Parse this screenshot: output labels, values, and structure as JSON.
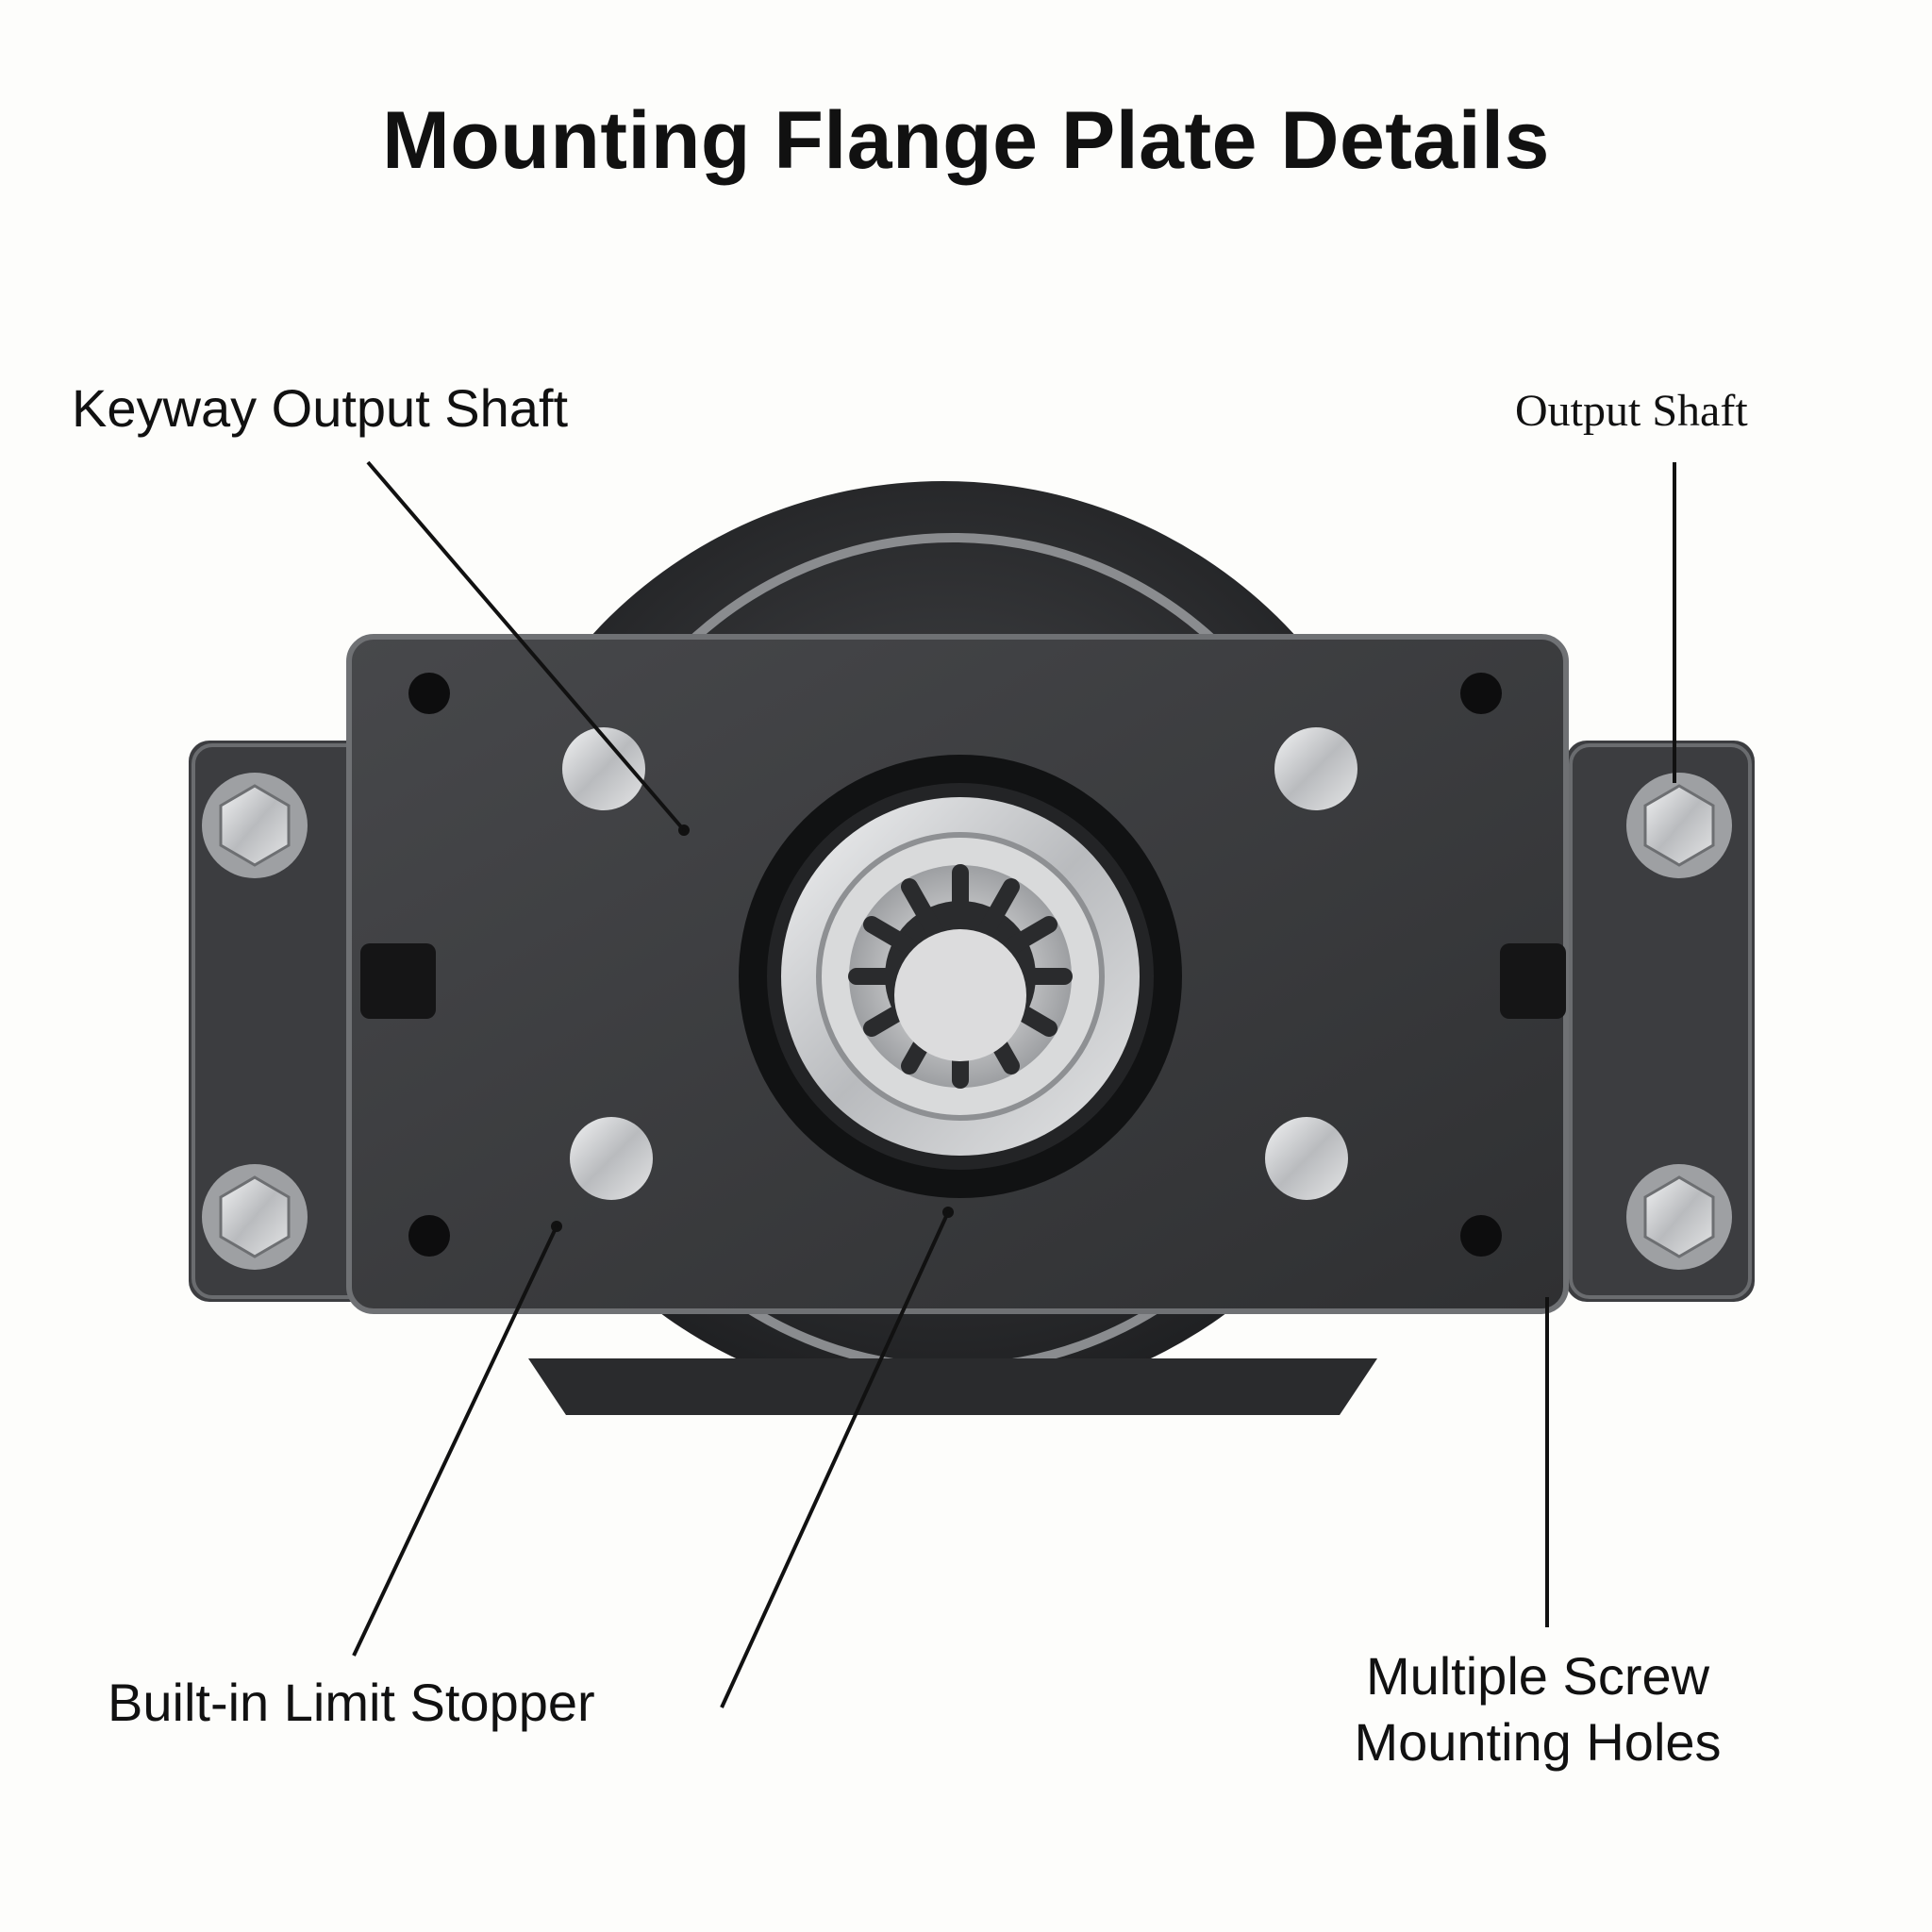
{
  "title": "Mounting Flange Plate Details",
  "callouts": {
    "keyway_output_shaft": "Keyway Output Shaft",
    "output_shaft": "Output Shaft",
    "limit_stopper": "Built-in Limit Stopper",
    "screw_holes": "Multiple Screw Mounting Holes"
  },
  "colors": {
    "background": "#fdfdfb",
    "plate": "#3a3b3d",
    "housing": "#2b2c2e",
    "steel": "#c9cbcd",
    "leader": "#111111"
  }
}
